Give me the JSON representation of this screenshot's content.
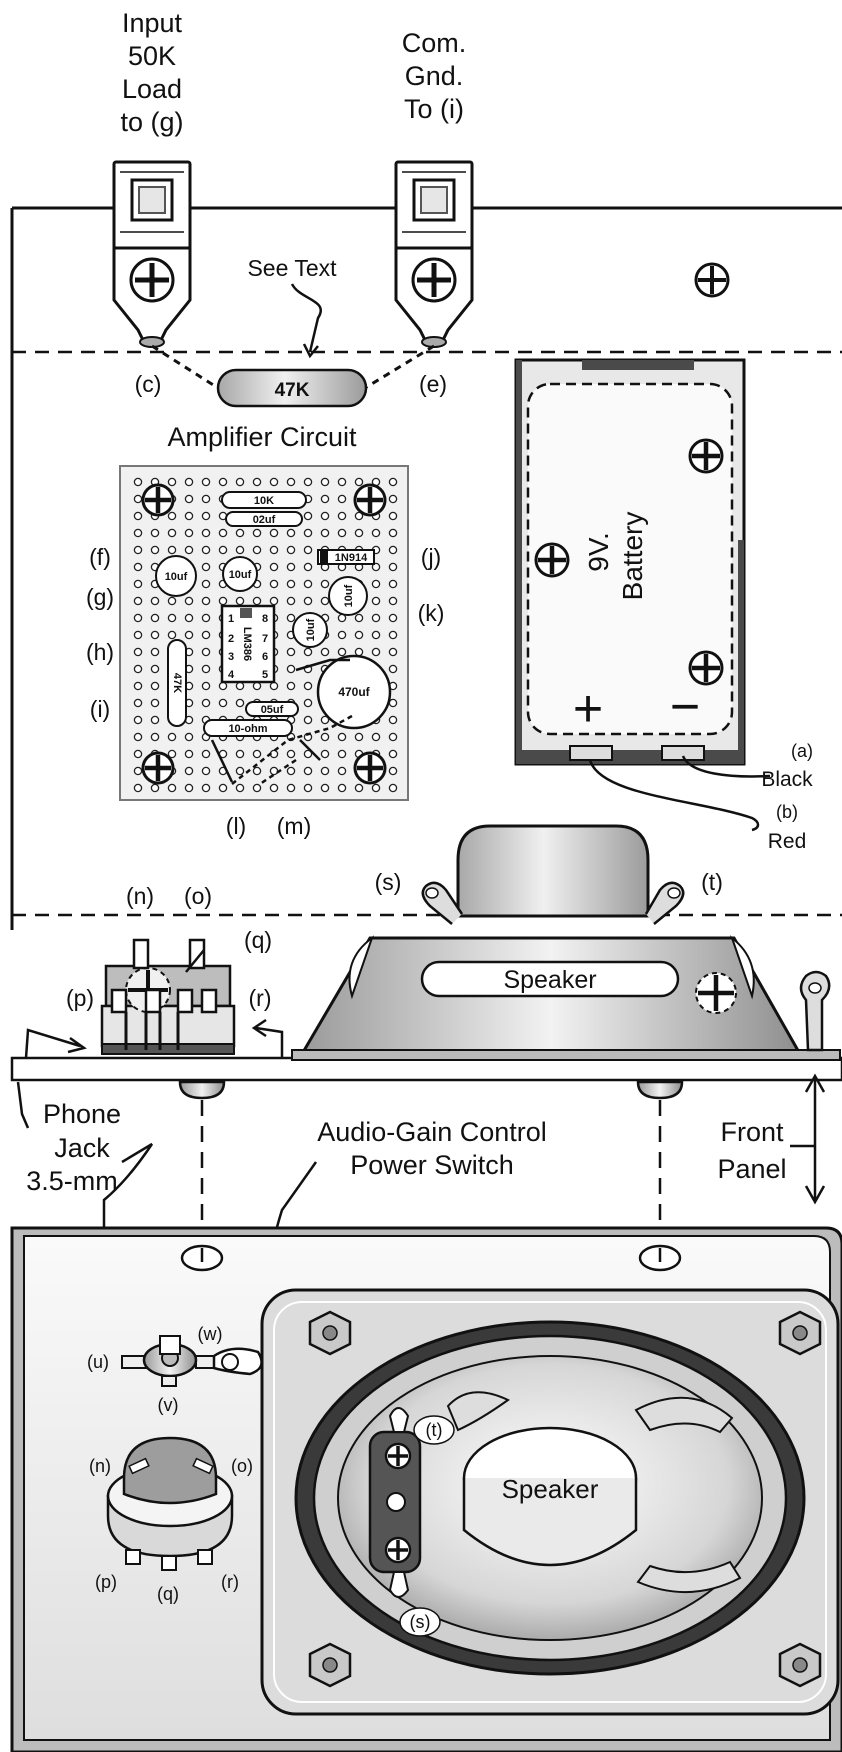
{
  "input_jack": {
    "line1": "Input",
    "line2": "50K",
    "line3": "Load",
    "line4": "to (g)"
  },
  "com_jack": {
    "line1": "Com.",
    "line2": "Gnd.",
    "line3": "To (i)"
  },
  "see_text": "See Text",
  "resistor_top": "47K",
  "amp_title": "Amplifier Circuit",
  "board": {
    "r10k": "10K",
    "c02": "02uf",
    "diode": "1N914",
    "c10a": "10uf",
    "c10b": "10uf",
    "c10c": "10uf",
    "c10d": "10uf",
    "ic": "LM386",
    "pins_left": [
      "1",
      "2",
      "3",
      "4"
    ],
    "pins_right": [
      "8",
      "7",
      "6",
      "5"
    ],
    "r47k": "47K",
    "c470": "470uf",
    "c05": "05uf",
    "r10ohm": "10-ohm"
  },
  "labels": {
    "a": "(a)",
    "b": "(b)",
    "c": "(c)",
    "e": "(e)",
    "f": "(f)",
    "g": "(g)",
    "h": "(h)",
    "i": "(i)",
    "j": "(j)",
    "k": "(k)",
    "l": "(l)",
    "m": "(m)",
    "n": "(n)",
    "o": "(o)",
    "p": "(p)",
    "q": "(q)",
    "r": "(r)",
    "s": "(s)",
    "t": "(t)",
    "u": "(u)",
    "v": "(v)",
    "w": "(w)"
  },
  "battery": {
    "line1": "9V.",
    "line2": "Battery",
    "plus": "+",
    "minus": "−"
  },
  "wire_black": "Black",
  "wire_red": "Red",
  "speaker": "Speaker",
  "phone_jack": {
    "line1": "Phone",
    "line2": "Jack",
    "line3": "3.5-mm"
  },
  "gain_control": {
    "line1": "Audio-Gain Control",
    "line2": "Power Switch"
  },
  "front_panel": {
    "line1": "Front",
    "line2": "Panel"
  },
  "colors": {
    "outline": "#111111",
    "panel": "#f4f4f4",
    "metal": "#cfcfcf",
    "dark": "#4a4a4a"
  }
}
